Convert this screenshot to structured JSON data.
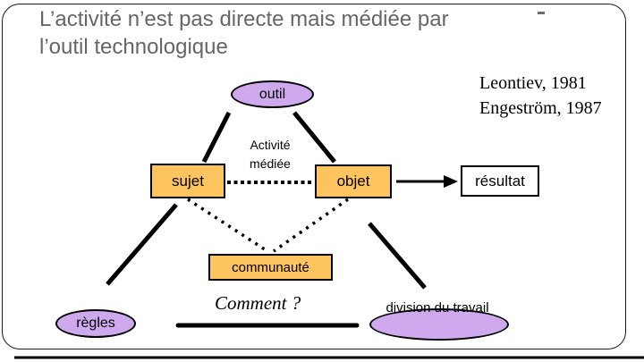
{
  "slide": {
    "title_line1": "L’activité n’est pas directe mais médiée par",
    "title_line2": "l’outil technologique",
    "citations": [
      "Leontiev, 1981",
      "Engeström, 1987"
    ],
    "question": "Comment ?"
  },
  "diagram": {
    "nodes": {
      "outil": "outil",
      "sujet": "sujet",
      "objet": "objet",
      "resultat": "résultat",
      "communaute": "communauté",
      "regles": "règles",
      "division": "division du travail"
    },
    "edge_label": "Activité médiée"
  },
  "colors": {
    "node_orange": "#fdc45f",
    "node_lavender": "#cfa9ee",
    "title_gray": "#666666",
    "line_black": "#000000",
    "background": "#ffffff"
  }
}
